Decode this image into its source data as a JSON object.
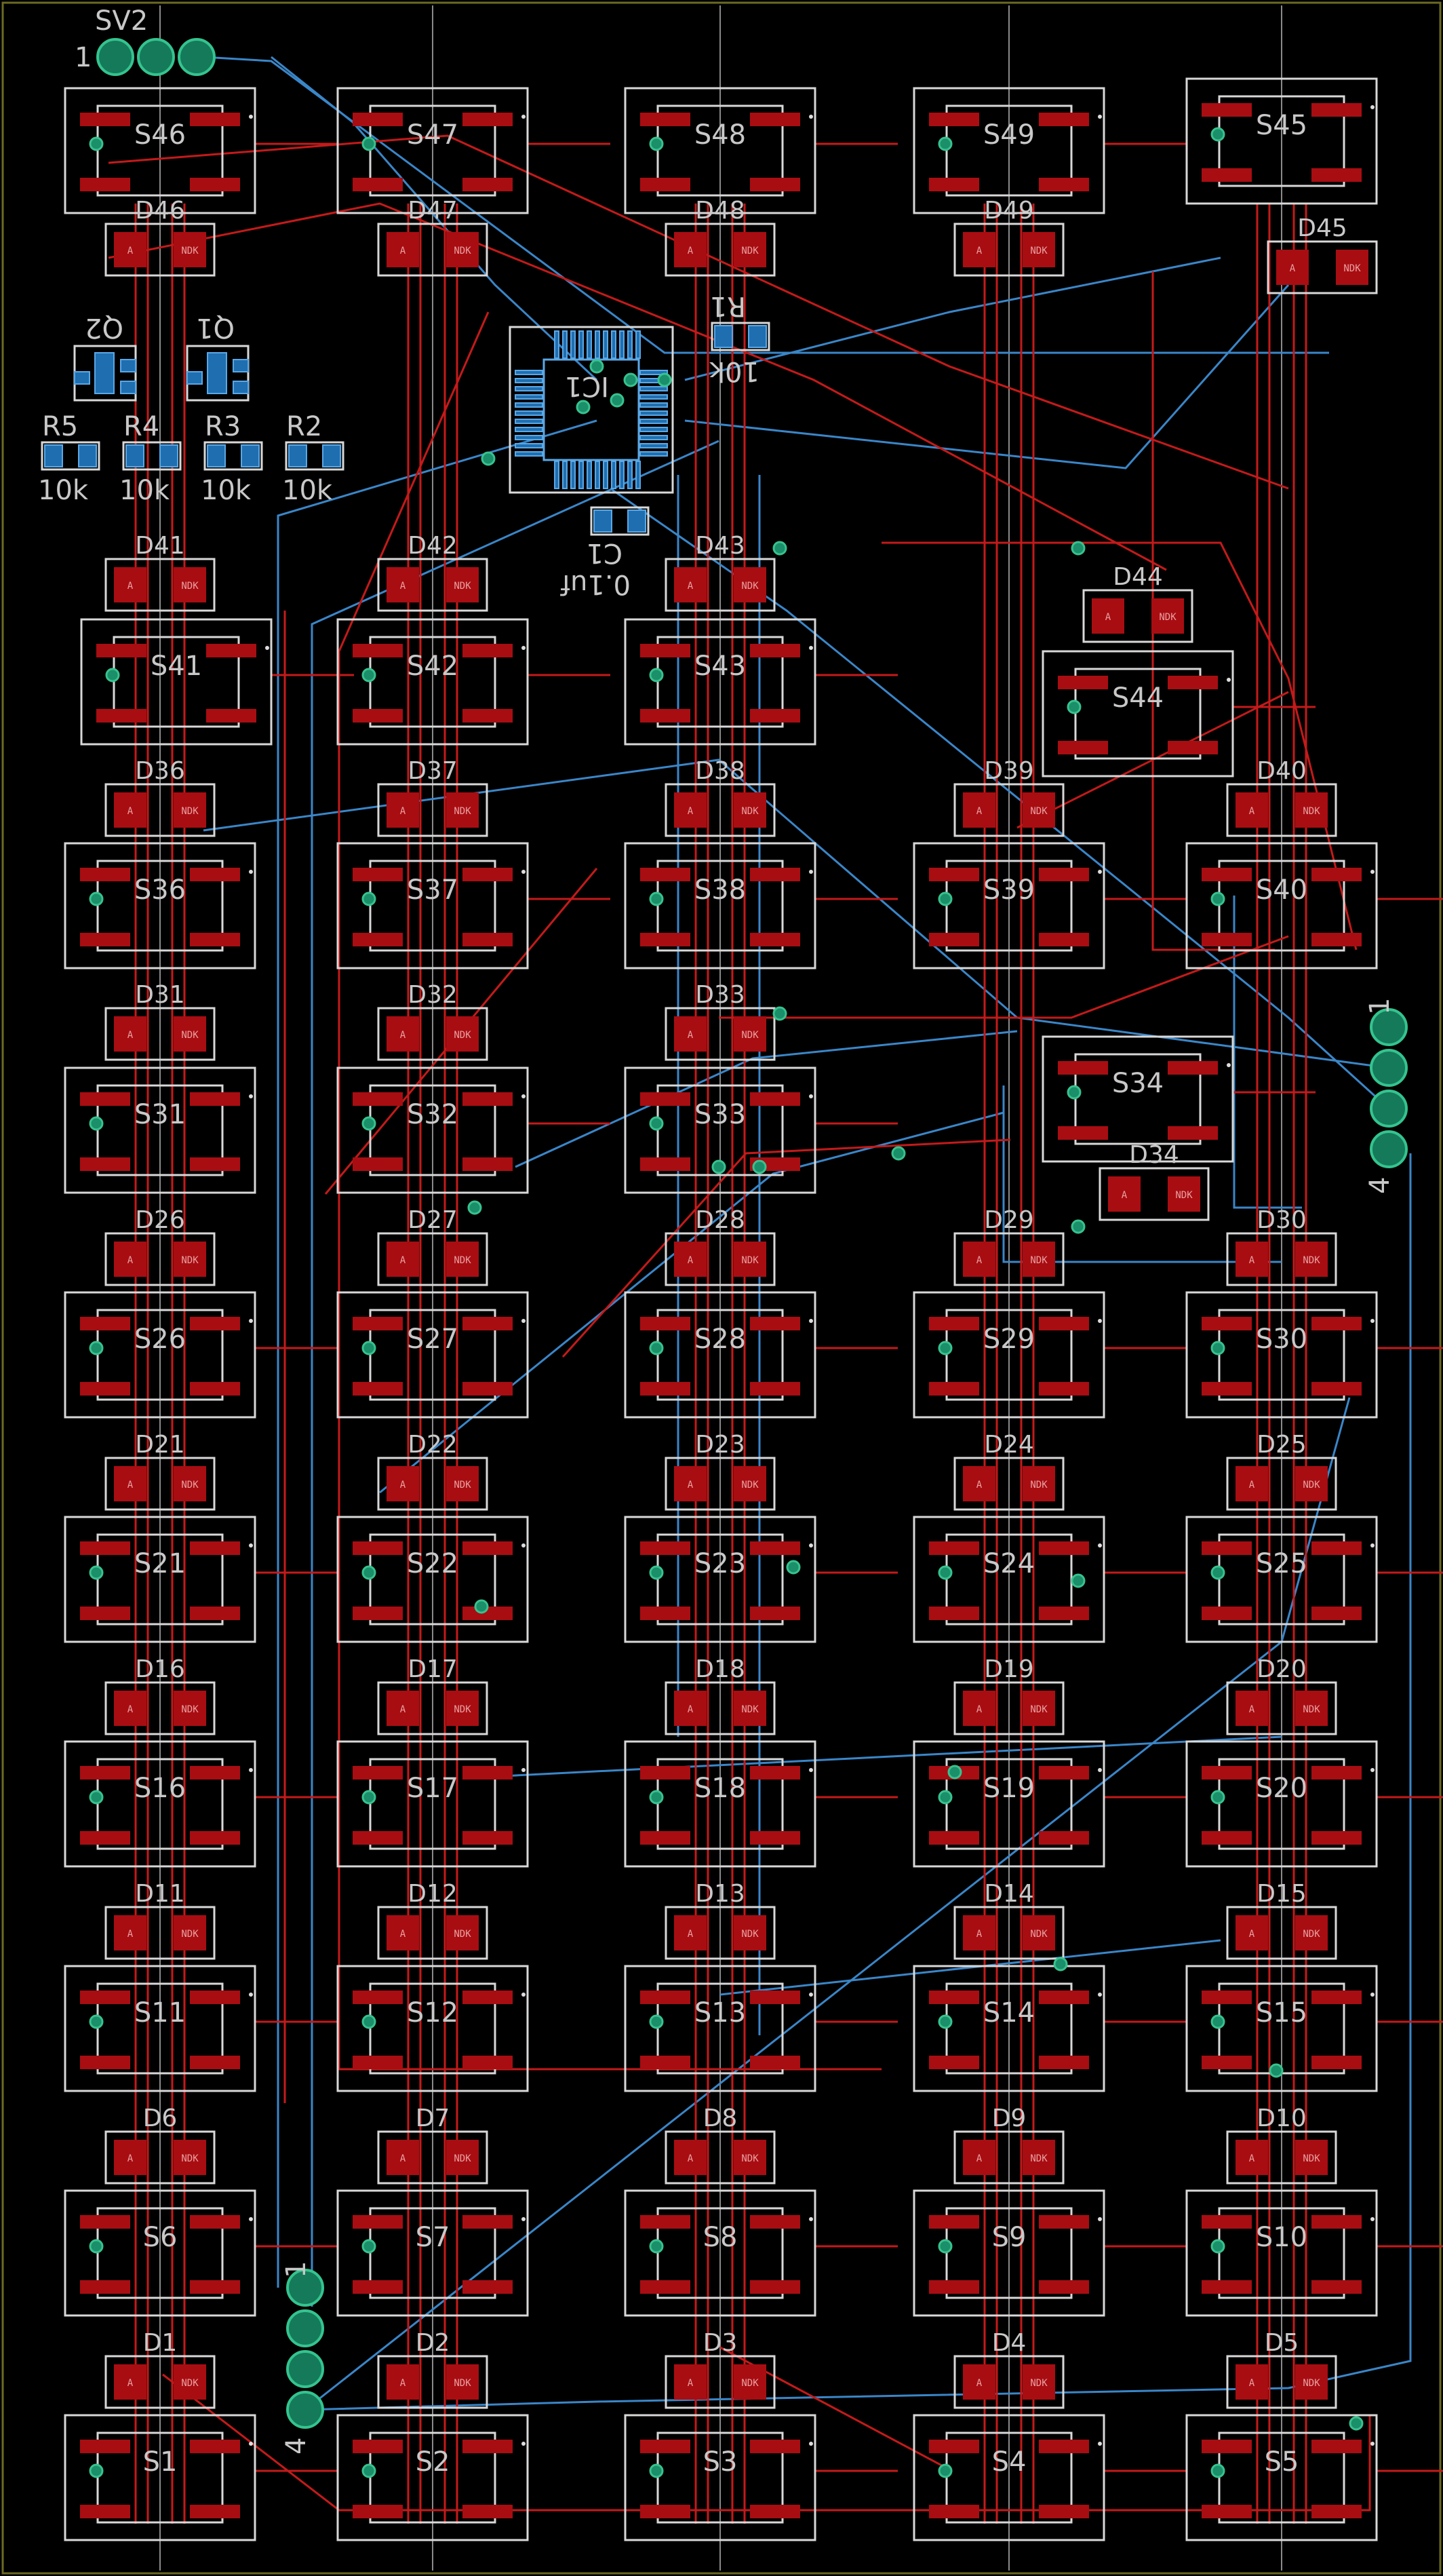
{
  "board": {
    "header_top": {
      "name": "SV2",
      "pin1": "1"
    },
    "header_right": {
      "name": "1",
      "pin_last": "4"
    },
    "header_bottom": {
      "name": "1",
      "pin_last": "4"
    },
    "colors": {
      "background": "#000000",
      "copper_top": "#c41a1a",
      "copper_bottom": "#3a86c8",
      "pad": "#a80d12",
      "silk": "#d8d8d8",
      "via": "#1a8f6a"
    }
  },
  "switches": [
    {
      "ref": "S46"
    },
    {
      "ref": "S47"
    },
    {
      "ref": "S48"
    },
    {
      "ref": "S49"
    },
    {
      "ref": "S45"
    },
    {
      "ref": "S41"
    },
    {
      "ref": "S42"
    },
    {
      "ref": "S43"
    },
    {
      "ref": "S44"
    },
    {
      "ref": "S36"
    },
    {
      "ref": "S37"
    },
    {
      "ref": "S38"
    },
    {
      "ref": "S39"
    },
    {
      "ref": "S40"
    },
    {
      "ref": "S31"
    },
    {
      "ref": "S32"
    },
    {
      "ref": "S33"
    },
    {
      "ref": "S34"
    },
    {
      "ref": "S26"
    },
    {
      "ref": "S27"
    },
    {
      "ref": "S28"
    },
    {
      "ref": "S29"
    },
    {
      "ref": "S30"
    },
    {
      "ref": "S21"
    },
    {
      "ref": "S22"
    },
    {
      "ref": "S23"
    },
    {
      "ref": "S24"
    },
    {
      "ref": "S25"
    },
    {
      "ref": "S16"
    },
    {
      "ref": "S17"
    },
    {
      "ref": "S18"
    },
    {
      "ref": "S19"
    },
    {
      "ref": "S20"
    },
    {
      "ref": "S11"
    },
    {
      "ref": "S12"
    },
    {
      "ref": "S13"
    },
    {
      "ref": "S14"
    },
    {
      "ref": "S15"
    },
    {
      "ref": "S6"
    },
    {
      "ref": "S7"
    },
    {
      "ref": "S8"
    },
    {
      "ref": "S9"
    },
    {
      "ref": "S10"
    },
    {
      "ref": "S1"
    },
    {
      "ref": "S2"
    },
    {
      "ref": "S3"
    },
    {
      "ref": "S4"
    },
    {
      "ref": "S5"
    }
  ],
  "diodes": [
    {
      "ref": "D46"
    },
    {
      "ref": "D47"
    },
    {
      "ref": "D48"
    },
    {
      "ref": "D49"
    },
    {
      "ref": "D45"
    },
    {
      "ref": "D41"
    },
    {
      "ref": "D42"
    },
    {
      "ref": "D43"
    },
    {
      "ref": "D44"
    },
    {
      "ref": "D36"
    },
    {
      "ref": "D37"
    },
    {
      "ref": "D38"
    },
    {
      "ref": "D39"
    },
    {
      "ref": "D40"
    },
    {
      "ref": "D31"
    },
    {
      "ref": "D32"
    },
    {
      "ref": "D33"
    },
    {
      "ref": "D34"
    },
    {
      "ref": "D26"
    },
    {
      "ref": "D27"
    },
    {
      "ref": "D28"
    },
    {
      "ref": "D29"
    },
    {
      "ref": "D30"
    },
    {
      "ref": "D21"
    },
    {
      "ref": "D22"
    },
    {
      "ref": "D23"
    },
    {
      "ref": "D24"
    },
    {
      "ref": "D25"
    },
    {
      "ref": "D16"
    },
    {
      "ref": "D17"
    },
    {
      "ref": "D18"
    },
    {
      "ref": "D19"
    },
    {
      "ref": "D20"
    },
    {
      "ref": "D11"
    },
    {
      "ref": "D12"
    },
    {
      "ref": "D13"
    },
    {
      "ref": "D14"
    },
    {
      "ref": "D15"
    },
    {
      "ref": "D6"
    },
    {
      "ref": "D7"
    },
    {
      "ref": "D8"
    },
    {
      "ref": "D9"
    },
    {
      "ref": "D10"
    },
    {
      "ref": "D1"
    },
    {
      "ref": "D2"
    },
    {
      "ref": "D3"
    },
    {
      "ref": "D4"
    },
    {
      "ref": "D5"
    }
  ],
  "pad_text": {
    "anode": "A",
    "cathode": "NDK"
  },
  "parts": {
    "Q1": {
      "ref": "Q1"
    },
    "Q2": {
      "ref": "Q2"
    },
    "R1": {
      "ref": "R1",
      "value": "10k"
    },
    "R2": {
      "ref": "R2",
      "value": "10k"
    },
    "R3": {
      "ref": "R3",
      "value": "10k"
    },
    "R4": {
      "ref": "R4",
      "value": "10k"
    },
    "R5": {
      "ref": "R5",
      "value": "10k"
    },
    "C1": {
      "ref": "C1",
      "value": "0.1uf"
    },
    "IC1": {
      "ref": "IC1"
    }
  }
}
